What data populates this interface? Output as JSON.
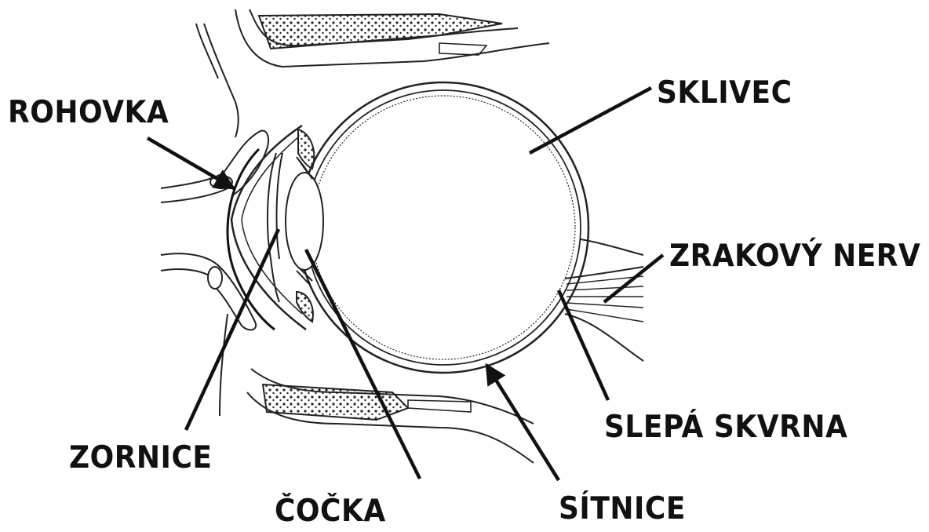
{
  "diagram": {
    "labels": {
      "rohovka": "ROHOVKA",
      "sklivec": "SKLIVEC",
      "zrakovy_nerv": "ZRAKOVÝ NERV",
      "slepa_skvrna": "SLEPÁ SKVRNA",
      "zornice": "ZORNICE",
      "cocka": "ČOČKA",
      "sitnice": "SÍTNICE"
    },
    "colors": {
      "ink": "#111111",
      "background": "#ffffff"
    }
  }
}
